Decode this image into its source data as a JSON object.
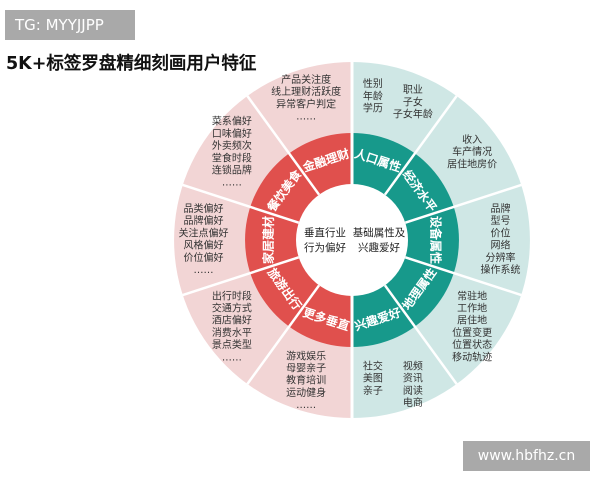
{
  "tag": "TG: MYYJJPP",
  "title": "5K+标签罗盘精细刻画用户特征",
  "watermark": "www.hbfhz.cn",
  "colors": {
    "left_outer": "#f2d5d5",
    "left_ring": "#e0504d",
    "right_outer": "#cfe7e5",
    "right_ring": "#17998b",
    "center": "#ffffff",
    "divider": "#ffffff",
    "text": "#333333"
  },
  "center": {
    "left": [
      "垂直行业",
      "行为偏好"
    ],
    "right": [
      "基础属性及",
      "兴趣爱好"
    ]
  },
  "left_sectors": [
    {
      "label": "金融理财",
      "items": [
        "产品关注度",
        "线上理财活跃度",
        "异常客户判定",
        "……"
      ]
    },
    {
      "label": "餐饮美食",
      "items": [
        "菜系偏好",
        "口味偏好",
        "外卖频次",
        "堂食时段",
        "连锁品牌",
        "……"
      ]
    },
    {
      "label": "家居建材",
      "items": [
        "品类偏好",
        "品牌偏好",
        "关注点偏好",
        "风格偏好",
        "价位偏好",
        "……"
      ]
    },
    {
      "label": "旅游出行",
      "items": [
        "出行时段",
        "交通方式",
        "酒店偏好",
        "消费水平",
        "景点类型",
        "……"
      ]
    },
    {
      "label": "更多垂直",
      "items": [
        "游戏娱乐",
        "母婴亲子",
        "教育培训",
        "运动健身",
        "……"
      ]
    }
  ],
  "right_sectors": [
    {
      "label": "人口属性",
      "items": [
        [
          "性别",
          "年龄",
          "学历"
        ],
        [
          "职业",
          "子女",
          "子女年龄"
        ]
      ]
    },
    {
      "label": "经济水平",
      "items": [
        [
          "收入",
          "车产情况",
          "居住地房价"
        ]
      ]
    },
    {
      "label": "设备属性",
      "items": [
        [
          "品牌",
          "型号",
          "价位",
          "网络",
          "分辨率",
          "操作系统"
        ]
      ]
    },
    {
      "label": "地理属性",
      "items": [
        [
          "常驻地",
          "工作地",
          "居住地",
          "位置变更",
          "位置状态",
          "移动轨迹"
        ]
      ]
    },
    {
      "label": "兴趣爱好",
      "items": [
        [
          "社交",
          "美图",
          "亲子"
        ],
        [
          "视频",
          "资讯",
          "阅读",
          "电商"
        ]
      ]
    }
  ]
}
